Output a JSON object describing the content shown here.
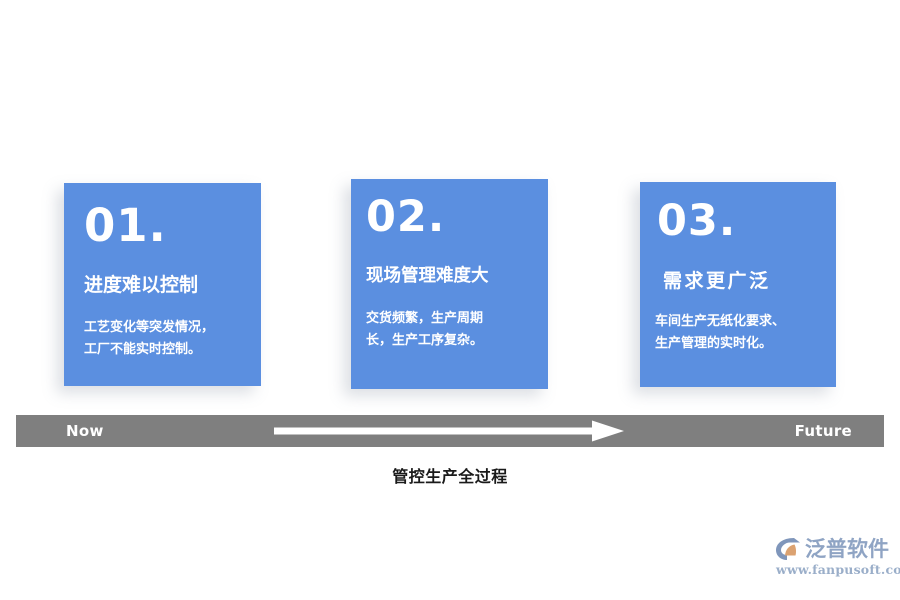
{
  "colors": {
    "card_blue": "#5B8FE0",
    "timeline_gray": "#7F7F7F",
    "arrow_white": "#FFFFFF",
    "caption_black": "#1A1A1A",
    "logo_blue": "#8FA4C4",
    "logo_accent_orange": "#D9A06A",
    "background": "#FFFFFF"
  },
  "cards": [
    {
      "number": "01.",
      "title": "进度难以控制",
      "desc_line1": "工艺变化等突发情况，",
      "desc_line2": "工厂不能实时控制。"
    },
    {
      "number": "02.",
      "title": "现场管理难度大",
      "desc_line1": "交货频繁，生产周期",
      "desc_line2": "长，生产工序复杂。"
    },
    {
      "number": "03.",
      "title": "需求更广泛",
      "desc_line1": "车间生产无纸化要求、",
      "desc_line2": "生产管理的实时化。"
    }
  ],
  "timeline": {
    "start_label": "Now",
    "end_label": "Future",
    "arrow_icon": "right-arrow-icon"
  },
  "caption": "管控生产全过程",
  "logo": {
    "mark_icon": "fanpu-logo-mark-icon",
    "name": "泛普软件",
    "url": "www.fanpusoft.com"
  }
}
